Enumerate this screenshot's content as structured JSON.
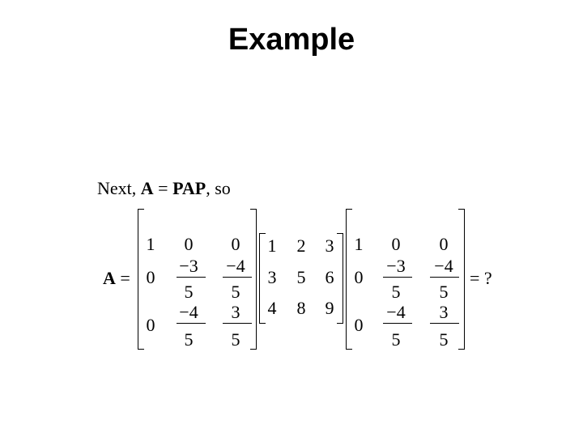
{
  "title": "Example",
  "intro": {
    "prefix": "Next, ",
    "lhs": "A",
    "eq": " = ",
    "rhs": "PAP",
    "suffix": ", so"
  },
  "equation": {
    "lhs": "A",
    "eq": "=",
    "result": "= ?",
    "P": [
      [
        "1",
        "0",
        "0"
      ],
      [
        "0",
        "−3/5",
        "−4/5"
      ],
      [
        "0",
        "−4/5",
        "3/5"
      ]
    ],
    "A": [
      [
        "1",
        "2",
        "3"
      ],
      [
        "3",
        "5",
        "6"
      ],
      [
        "4",
        "8",
        "9"
      ]
    ],
    "fractions": {
      "neg3": "−3",
      "neg4": "−4",
      "three": "3",
      "den": "5"
    },
    "plain": {
      "one": "1",
      "zero": "0"
    }
  }
}
